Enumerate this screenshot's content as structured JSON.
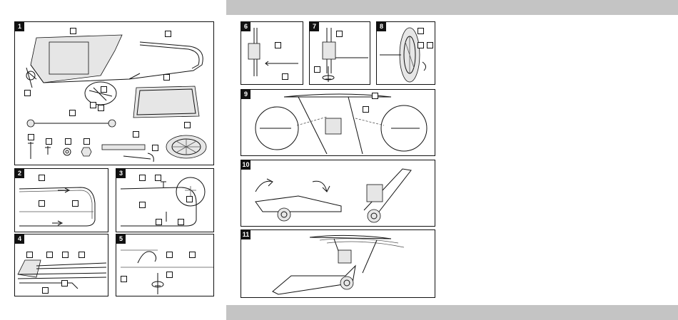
{
  "page": {
    "band_color": "#c4c4c4",
    "ink_color": "#111111"
  },
  "steps": {
    "parts": "1",
    "handle_rail": "2",
    "frame_rail": "3",
    "seat_attach": "4",
    "seat_insert": "5",
    "axle_slide": "6",
    "axle_lock": "7",
    "wheel_mount": "8",
    "canopy_attach": "9",
    "fold_cart": "10",
    "use_recline": "11"
  }
}
